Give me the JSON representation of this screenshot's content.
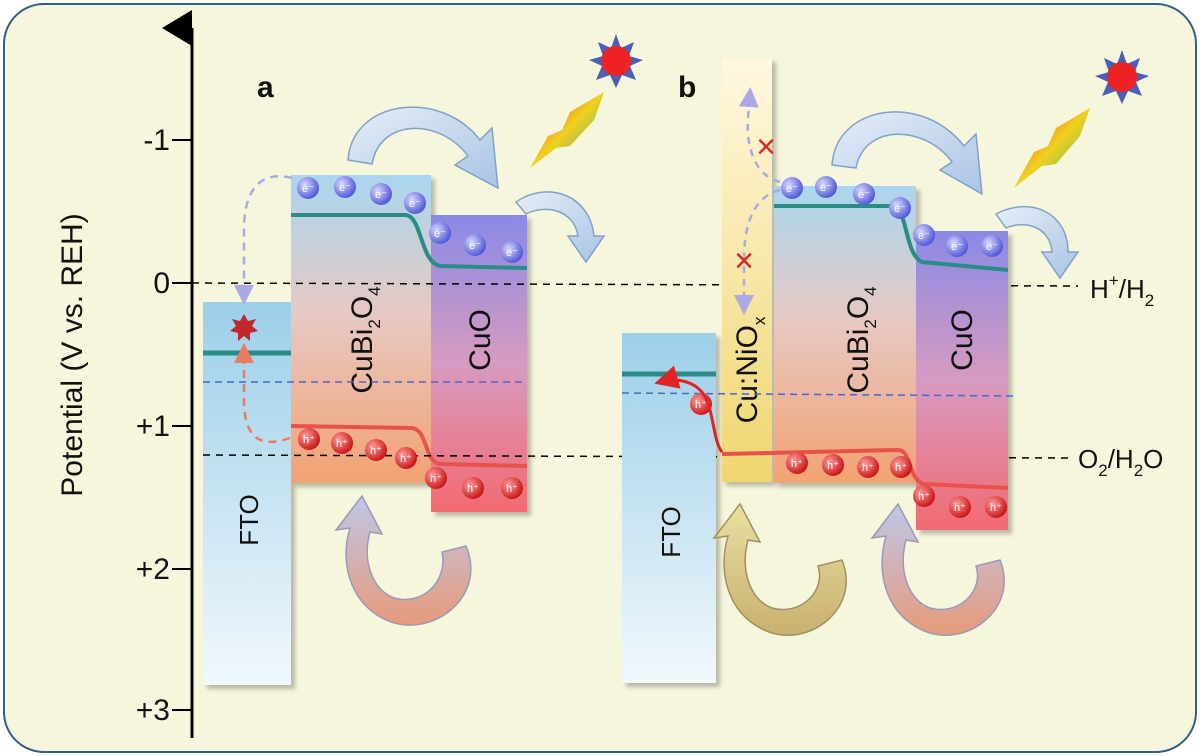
{
  "axis": {
    "label": "Potential (V vs. REH)",
    "ticks": [
      {
        "label": "-1",
        "value": -1
      },
      {
        "label": "0",
        "value": 0
      },
      {
        "label": "+1",
        "value": 1
      },
      {
        "label": "+2",
        "value": 2
      },
      {
        "label": "+3",
        "value": 3
      }
    ]
  },
  "panels": [
    {
      "letter": "a",
      "materials": [
        "FTO",
        "CuBi2O4",
        "CuO"
      ]
    },
    {
      "letter": "b",
      "materials": [
        "FTO",
        "Cu:NiOx",
        "CuBi2O4",
        "CuO"
      ]
    }
  ],
  "labels": {
    "fto": "FTO",
    "cubi2o4": {
      "base": "CuBi",
      "sub1": "2",
      "mid": "O",
      "sub2": "4"
    },
    "cuo": "CuO",
    "cunio": {
      "base": "Cu:NiO",
      "sub": "x"
    },
    "electron": "e⁻",
    "hole": "h⁺",
    "blocked": "×"
  },
  "redox": {
    "h_couple": {
      "a": "H",
      "sup": "+",
      "b": "/H",
      "sub": "2",
      "value": 0
    },
    "o_couple": {
      "a": "O",
      "sub1": "2",
      "b": "/H",
      "sub2": "2",
      "c": "O",
      "value": 1.23
    }
  },
  "colors": {
    "background": "#f6f6dc",
    "band_edge_teal": "#2a8c86",
    "band_edge_red": "#e8524a",
    "electron": "#6a6fe0",
    "hole": "#e02424",
    "sun": "#ee2222"
  }
}
